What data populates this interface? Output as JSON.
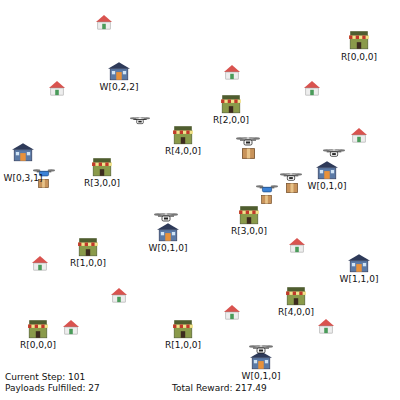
{
  "diagram": {
    "labels": [
      "R[0,0,0]",
      "W[0,2,2]",
      "R[2,0,0]",
      "R[4,0,0]",
      "W[0,3,1]",
      "R[3,0,0]",
      "W[0,1,0]",
      "R[3,0,0]",
      "W[0,1,0]",
      "R[1,0,0]",
      "W[1,1,0]",
      "R[4,0,0]",
      "R[0,0,0]",
      "R[1,0,0]",
      "W[0,1,0]",
      "Current Step: 101",
      "Payloads Fulfilled: 27",
      "Total Reward: 217.49"
    ]
  }
}
